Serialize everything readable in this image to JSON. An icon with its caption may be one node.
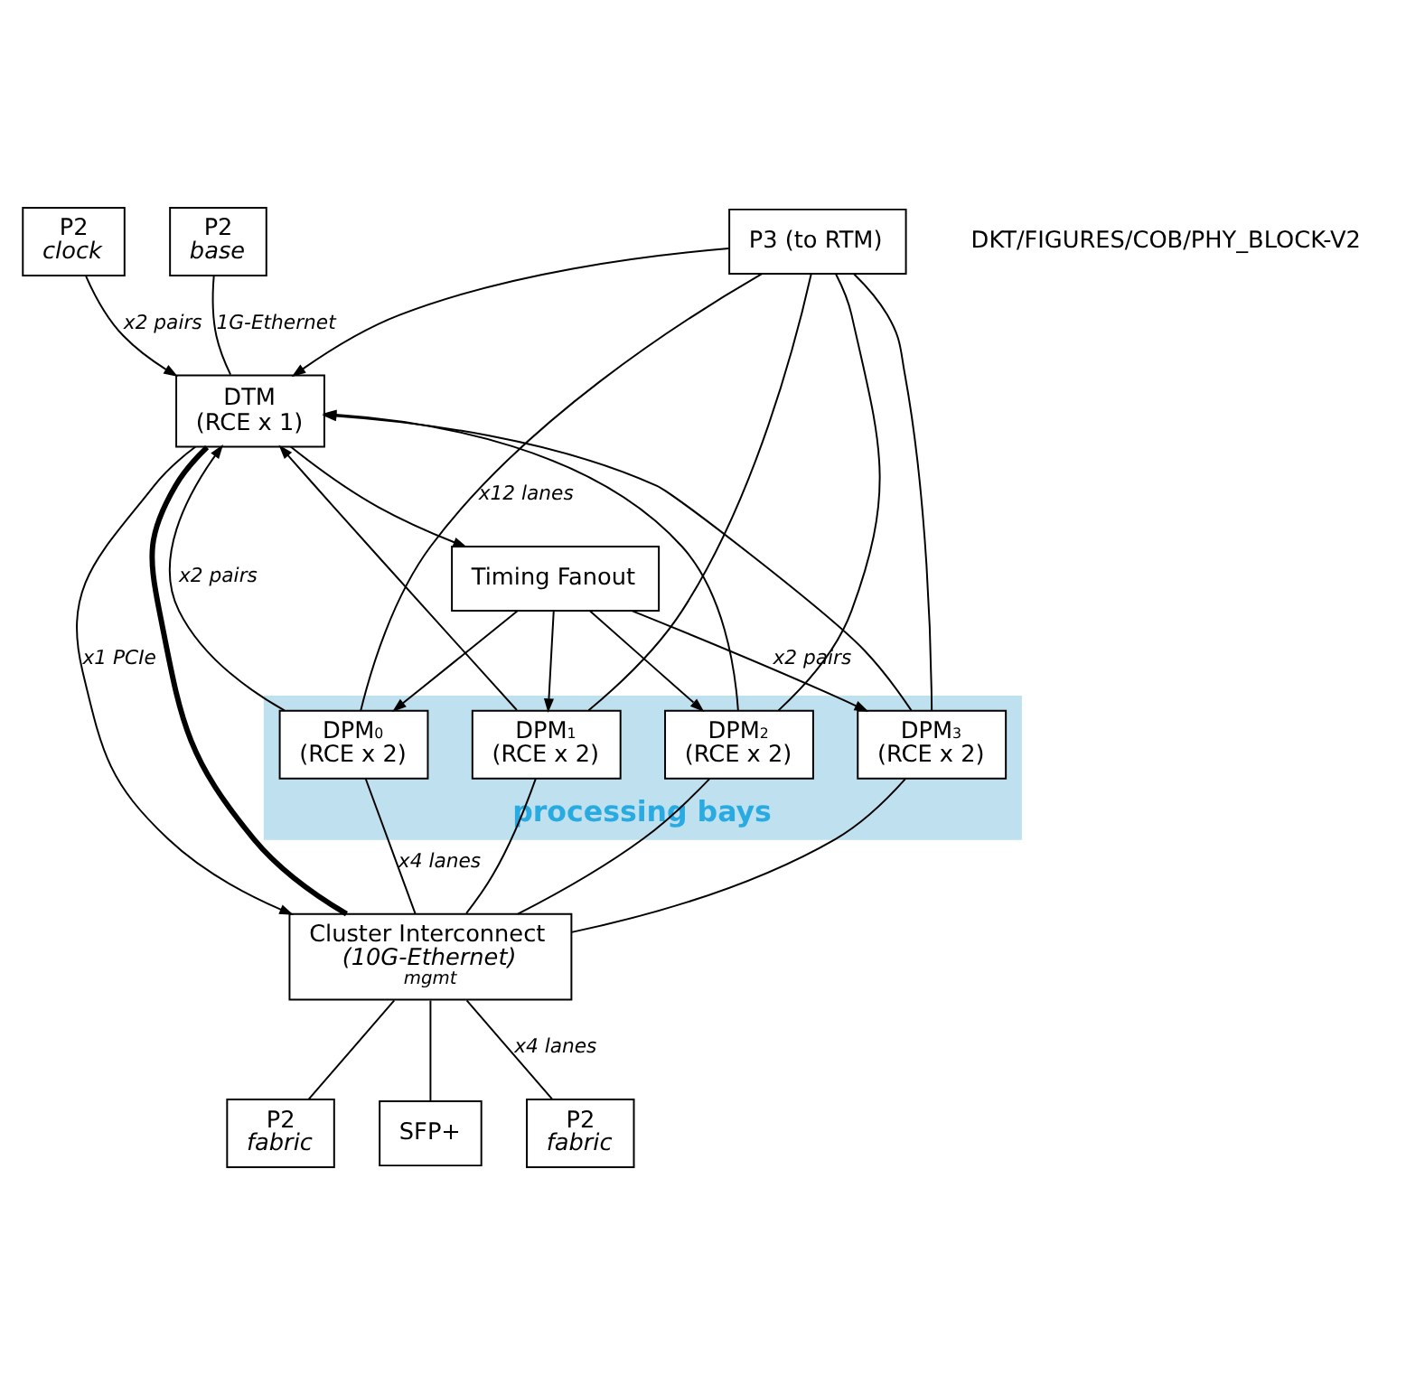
{
  "diagram": {
    "nodes": [
      {
        "text": [
          "P3 (to RTM)"
        ]
      },
      {
        "text": [
          "P2",
          "base"
        ]
      },
      {
        "text": [
          "P2",
          "clock"
        ]
      },
      {
        "text": [
          "DTM",
          "(RCE x 1)"
        ]
      },
      {
        "text": [
          "Timing Fanout"
        ]
      },
      {
        "text": [
          "processing bays"
        ]
      },
      {
        "text": [
          "DPM$_{0}$",
          "(RCE x 2)"
        ],
        "in": 5
      },
      {
        "text": [
          "DPM$_{1}$",
          "(RCE x 2)"
        ],
        "in": 5
      },
      {
        "text": [
          "DPM$_{2}$",
          "(RCE x 2)"
        ],
        "in": 5
      },
      {
        "text": [
          "DPM$_{3}$",
          "(RCE x 2)"
        ],
        "in": 5
      },
      {
        "text": [
          "Cluster Interconnect",
          "(10G-Ethernet)",
          "mgmt"
        ]
      },
      {
        "text": [
          "P2",
          "fabric"
        ]
      },
      {
        "text": [
          "SFP+"
        ]
      },
      {
        "text": [
          "P2",
          "fabric"
        ]
      }
    ],
    "edges": [
      {
        "from": 0,
        "to": 6,
        "arrow": "none",
        "label": "x12 lanes"
      },
      {
        "from": 0,
        "to": 7,
        "arrow": "none"
      },
      {
        "from": 0,
        "to": 8,
        "arrow": "none"
      },
      {
        "from": 0,
        "to": 9,
        "arrow": "none"
      },
      {
        "from": 1,
        "to": 3,
        "arrow": "none",
        "label": "1G-Ethernet"
      },
      {
        "from": 0,
        "to": 3,
        "arrow": "to"
      },
      {
        "from": 2,
        "to": 3,
        "arrow": "to",
        "label": "x2 pairs"
      },
      {
        "from": 3,
        "to": 4,
        "arrow": "to"
      },
      {
        "from": 6,
        "to": 3,
        "arrow": "to",
        "label": "x2 pairs"
      },
      {
        "from": 7,
        "to": 3,
        "arrow": "to"
      },
      {
        "from": 8,
        "to": 3,
        "arrow": "to"
      },
      {
        "from": 9,
        "to": 3,
        "arrow": "to"
      },
      {
        "from": 4,
        "to": 6,
        "arrow": "to"
      },
      {
        "from": 4,
        "to": 7,
        "arrow": "to"
      },
      {
        "from": 4,
        "to": 8,
        "arrow": "to"
      },
      {
        "from": 4,
        "to": 9,
        "arrow": "to",
        "label": "x2 pairs"
      },
      {
        "from": 3,
        "to": 10,
        "arrow": "none",
        "style": "thick"
      },
      {
        "from": 3,
        "to": 10,
        "arrow": "to",
        "label": "x1 PCIe"
      },
      {
        "from": 6,
        "to": 10,
        "arrow": "none",
        "label": "x4 lanes"
      },
      {
        "from": 7,
        "to": 10,
        "arrow": "none"
      },
      {
        "from": 8,
        "to": 10,
        "arrow": "none"
      },
      {
        "from": 9,
        "to": 10,
        "arrow": "none"
      },
      {
        "from": 10,
        "to": 11,
        "arrow": "none"
      },
      {
        "from": 10,
        "to": 12,
        "arrow": "none"
      },
      {
        "from": 10,
        "to": 13,
        "arrow": "none",
        "label": "x4 lanes"
      }
    ],
    "labels": [
      "DKT/FIGURES/COB/PHY_BLOCK-V2"
    ]
  }
}
